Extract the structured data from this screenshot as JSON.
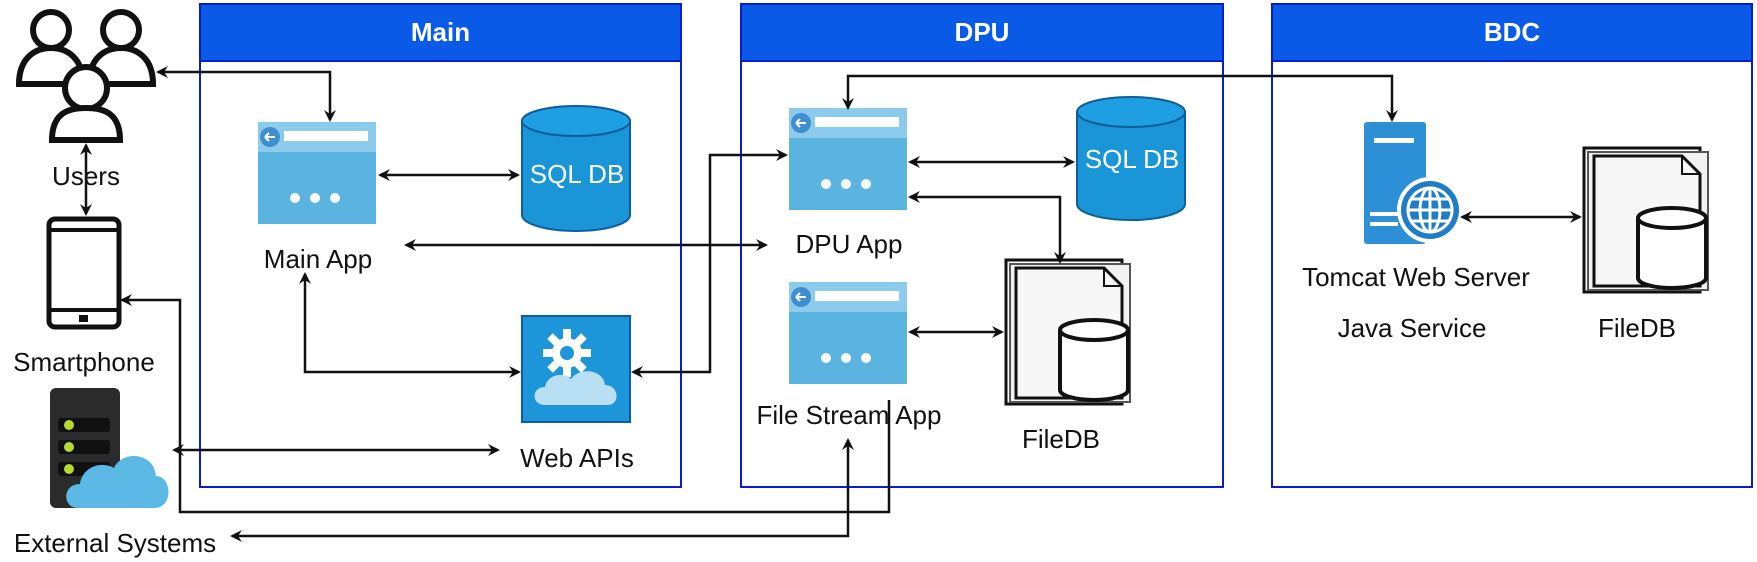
{
  "containers": {
    "main": "Main",
    "dpu": "DPU",
    "bdc": "BDC"
  },
  "nodes": {
    "users": "Users",
    "smartphone": "Smartphone",
    "external_systems": "External Systems",
    "main_app": "Main App",
    "main_sql_db": "SQL DB",
    "web_apis": "Web APIs",
    "dpu_app": "DPU App",
    "dpu_sql_db": "SQL DB",
    "file_stream_app": "File Stream App",
    "dpu_filedb": "FileDB",
    "tomcat_web_server": "Tomcat Web Server",
    "java_service": "Java Service",
    "bdc_filedb": "FileDB"
  },
  "colors": {
    "container_header": "#0a5ae8",
    "container_border": "#0a1bd0",
    "app_window": "#5bb3e0",
    "database": "#1a96d8",
    "server": "#2d8fd6"
  }
}
